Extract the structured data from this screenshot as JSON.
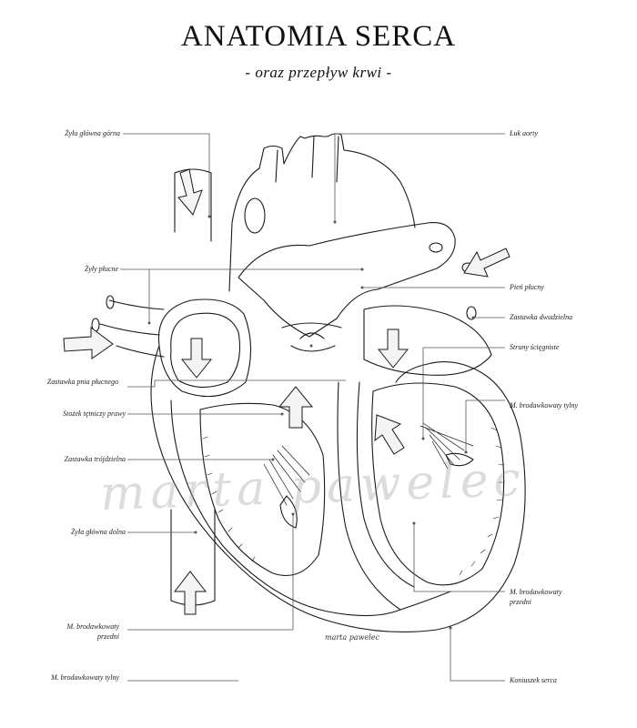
{
  "title": "ANATOMIA SERCA",
  "subtitle": "- oraz przepływ krwi -",
  "labels_left": [
    {
      "id": "zyla-glowna-gorna",
      "text": "Żyła główna górna"
    },
    {
      "id": "zyly-plucne",
      "text": "Żyły płucne"
    },
    {
      "id": "zastawka-pnia-plucnego",
      "text": "Zastawka pnia płucnego"
    },
    {
      "id": "stozek-tetniczy-prawy",
      "text": "Stożek tętniczy prawy"
    },
    {
      "id": "zastawka-trojdzielna",
      "text": "Zastawka trójdzielna"
    },
    {
      "id": "zyla-glowna-dolna",
      "text": "Żyła główna dolna"
    },
    {
      "id": "m-brodawkowaty-przedni-left",
      "text": "M. brodawkowaty przedni"
    },
    {
      "id": "m-brodawkowaty-tylny-left",
      "text": "M. brodawkowaty tylny"
    }
  ],
  "labels_right": [
    {
      "id": "luk-aorty",
      "text": "Łuk aorty"
    },
    {
      "id": "pien-plucny",
      "text": "Pień płucny"
    },
    {
      "id": "zastawka-dwudzielna",
      "text": "Zastawka dwudzielna"
    },
    {
      "id": "struny-sciegniste",
      "text": "Struny ścięgniste"
    },
    {
      "id": "m-brodawkowaty-tylny-right",
      "text": "M. brodawkowaty tylny"
    },
    {
      "id": "m-brodawkowaty-przedni-right",
      "text": "M. brodawkowaty przedni"
    },
    {
      "id": "koniuszek-serca",
      "text": "Koniuszek serca"
    }
  ],
  "watermark": "marta pawelec",
  "signature": "marta pawelec",
  "colors": {
    "line": "#1a1a1a",
    "leader": "#555555",
    "arrow_fill": "#f4f4f4",
    "watermark": "#969696"
  }
}
